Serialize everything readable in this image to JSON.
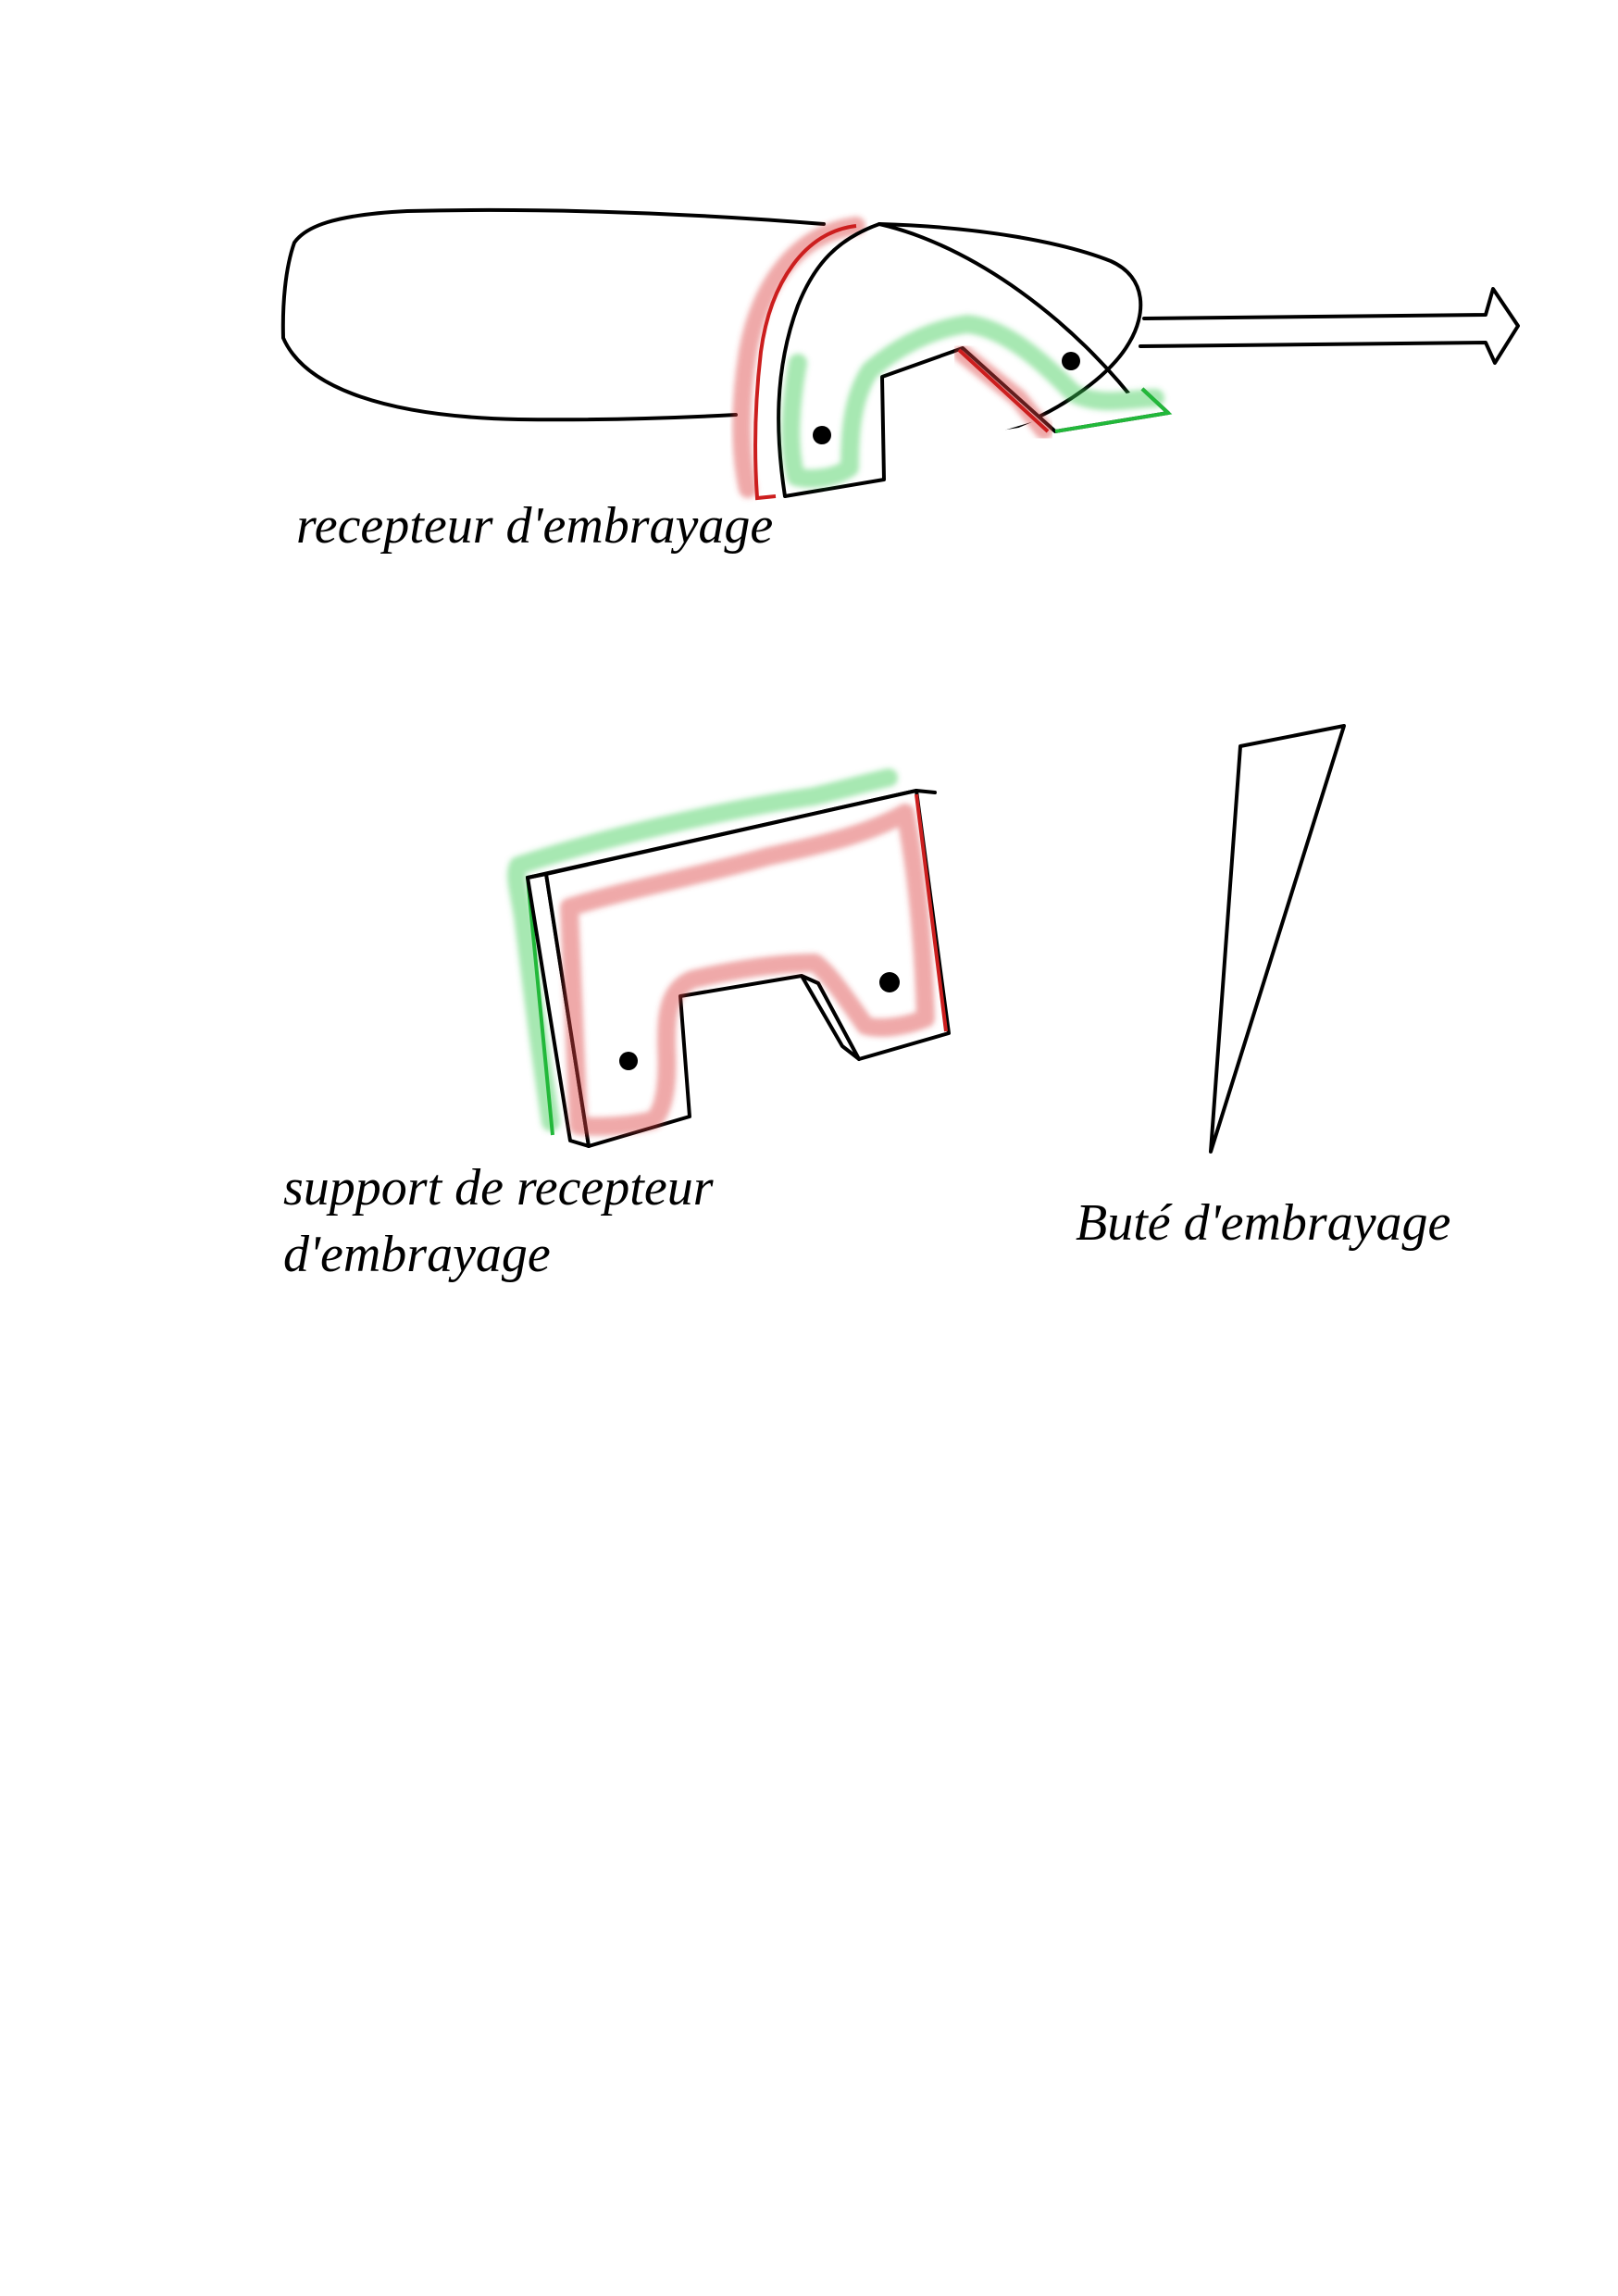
{
  "labels": {
    "recepteur": "recepteur d'embrayage",
    "support_line1": "support de recepteur",
    "support_line2": "d'embrayage",
    "bute": "Buté d'embrayage"
  },
  "colors": {
    "outline": "#000000",
    "red_highlight": "#dc4040",
    "green_highlight": "#3ccc55",
    "background": "#ffffff"
  }
}
